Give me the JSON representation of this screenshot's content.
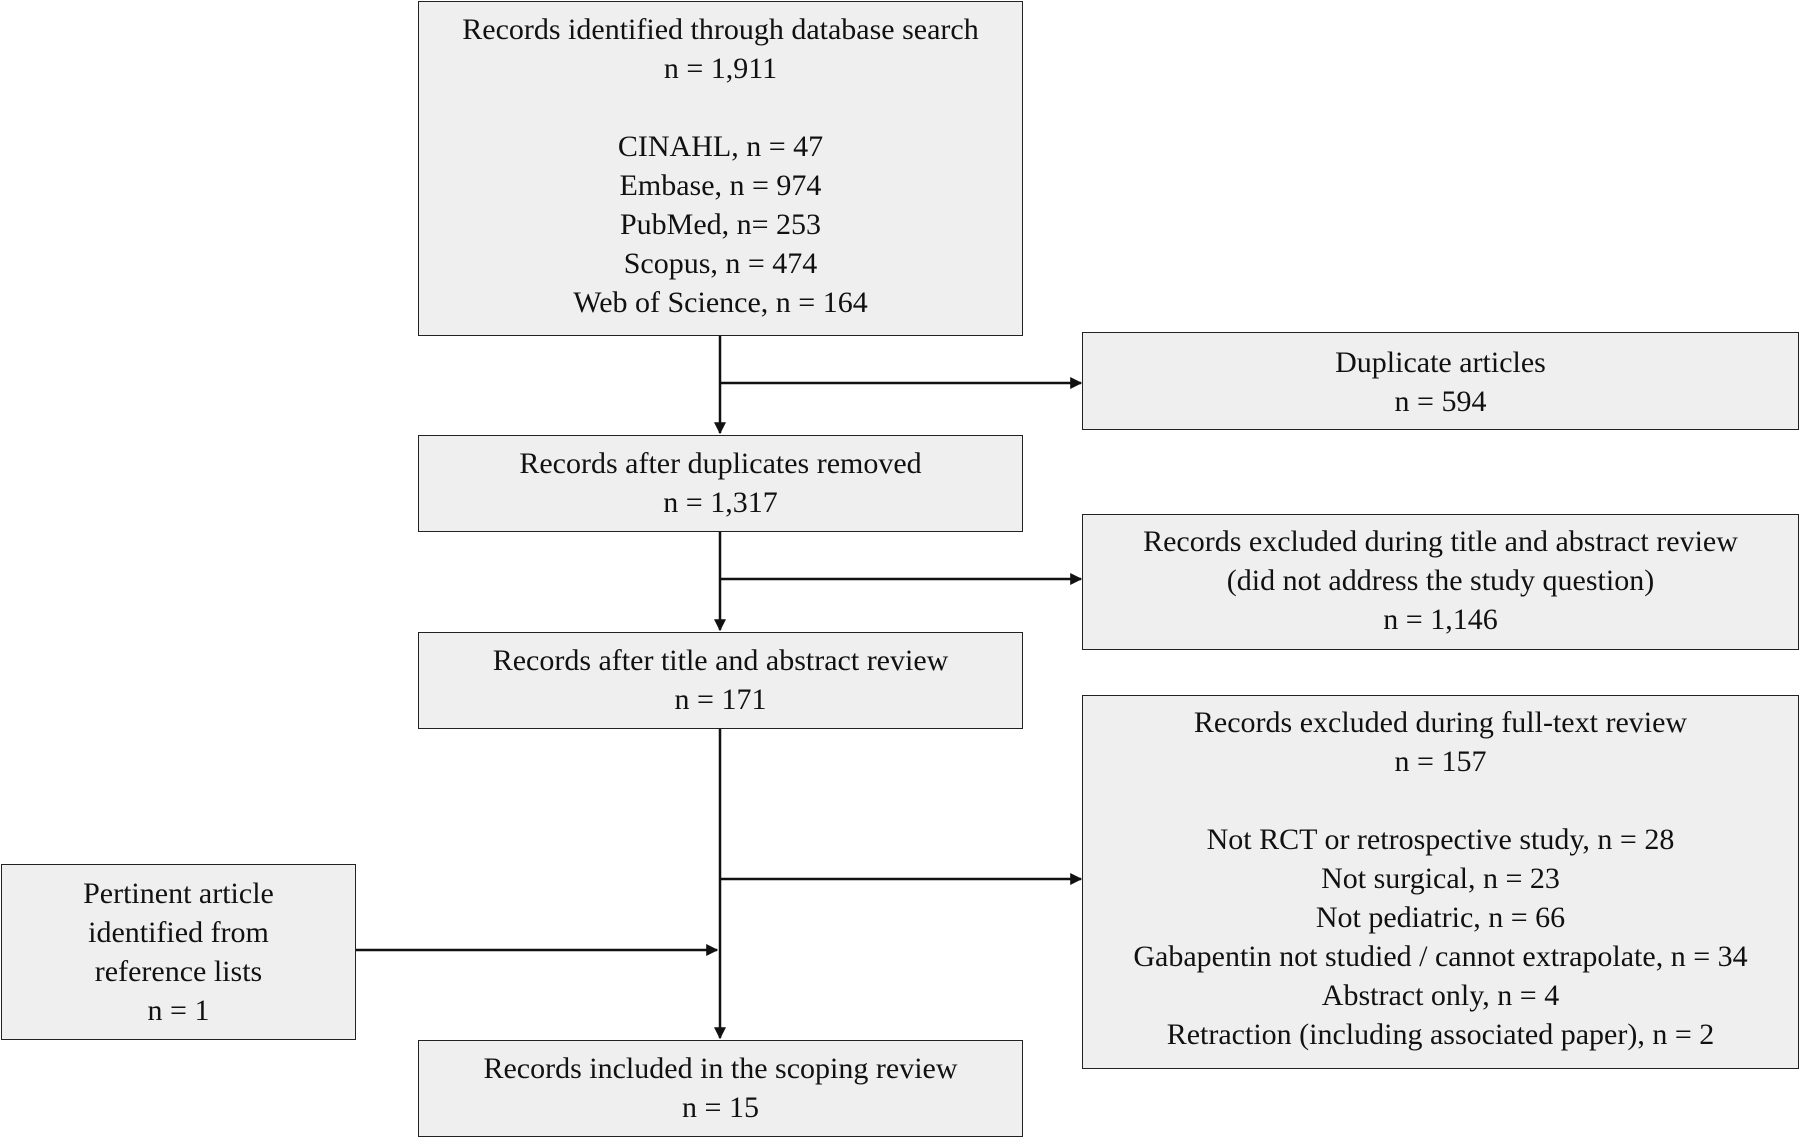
{
  "identified": {
    "title": "Records identified through database search",
    "n": "n = 1,911",
    "sources": [
      "CINAHL, n = 47",
      "Embase, n = 974",
      "PubMed, n= 253",
      "Scopus, n = 474",
      "Web of Science, n = 164"
    ]
  },
  "duplicates": {
    "title": "Duplicate articles",
    "n": "n = 594"
  },
  "after_duplicates": {
    "title": "Records after duplicates removed",
    "n": "n = 1,317"
  },
  "excluded_title_abstract": {
    "title": "Records excluded during title and abstract review",
    "reason": "(did not address the study question)",
    "n": "n = 1,146"
  },
  "after_title_abstract": {
    "title": "Records after title and abstract review",
    "n": "n = 171"
  },
  "excluded_fulltext": {
    "title": "Records excluded during full-text review",
    "n": "n = 157",
    "reasons": [
      "Not RCT or retrospective study, n = 28",
      "Not surgical, n = 23",
      "Not pediatric, n = 66",
      "Gabapentin not studied / cannot extrapolate, n = 34",
      "Abstract only, n = 4",
      "Retraction (including associated paper), n = 2"
    ]
  },
  "pertinent": {
    "lines": [
      "Pertinent article",
      "identified from",
      "reference lists"
    ],
    "n": "n = 1"
  },
  "included": {
    "title": "Records included in the scoping review",
    "n": "n = 15"
  },
  "colors": {
    "box_fill": "#efefef",
    "border": "#222222",
    "line": "#111111"
  }
}
